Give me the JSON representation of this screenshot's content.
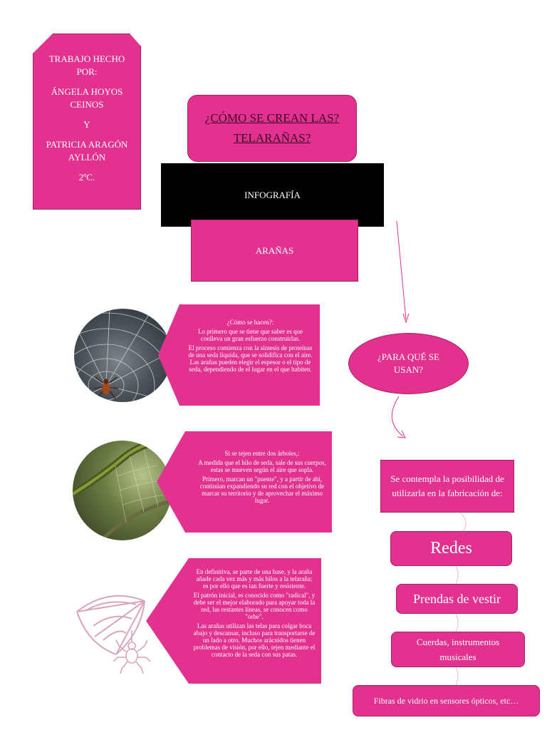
{
  "credits": {
    "line1": "TRABAJO HECHO POR:",
    "line2": "ÁNGELA HOYOS CEINOS",
    "line3": "Y",
    "line4": "PATRICIA ARAGÓN AYLLÓN",
    "line5": "2ºC."
  },
  "title": {
    "line1": "¿CÓMO SE CREAN LAS?",
    "line2": "TELARAÑAS?"
  },
  "header": {
    "infografia": "INFOGRAFÍA",
    "aranas": "ARAÑAS"
  },
  "panel1": {
    "p1": "¿Cómo se hacen?:",
    "p2": "Lo primero que se tiene que saber es que conlleva un gran esfuerzo construirlas.",
    "p3": "El proceso comienza con la síntesis de proteínas de una seda líquida, que se solidifica con el aire. Las arañas pueden elegir el espesor o el tipo de seda, dependiendo de el lugar en el que habiten."
  },
  "panel2": {
    "p1": "Si se tejen entre dos árboles,:",
    "p2": "A medida que el hilo de seda, sale de sus cuerpos, estas se mueven según el aire que sopla.",
    "p3": "Primero, marcan un \"puente\", y a partir de ahí, continúan expandiendo su red con el objetivo de marcar su territorio y de aprovechar el máximo lugar."
  },
  "panel3": {
    "p1": "En definitiva, se parte de una base, y la araña añade cada vez más y más hilos a la telaraña; es por ello que es tan fuerte y resistente.",
    "p2": "El patrón inicial, es conocido como \"radical\", y debe ser el mejor elaborado para apoyar toda la red, las restantes líneas, se conocen como \"orbe\".",
    "p3": "Las arañas utilizan las telas para colgar boca abajo y descansar, incluso para transportarse de un lado a otro. Muchos arácnidos tienen problemas de visión, por ello, tejen mediante el contacto de la seda con sus patas."
  },
  "question": "¿PARA QUÉ SE USAN?",
  "uses": {
    "intro": "Se contempla la posibilidad de utilizarla en la fabricación de:",
    "items": [
      "Redes",
      "Prendas de vestir",
      "Cuerdas, instrumentos musicales",
      "Fibras de vidrio en sensores ópticos, etc…"
    ]
  },
  "colors": {
    "accent": "#e3318f",
    "header": "#000000",
    "text": "#ffffff"
  }
}
